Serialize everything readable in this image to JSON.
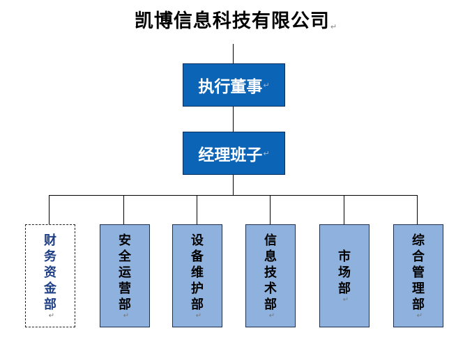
{
  "title": "凯博信息科技有限公司",
  "executive": "执行董事",
  "management": "经理班子",
  "departments": [
    {
      "name": "财务资金部",
      "chars": [
        "财",
        "务",
        "资",
        "金",
        "部"
      ]
    },
    {
      "name": "安全运营部",
      "chars": [
        "安",
        "全",
        "运",
        "营",
        "部"
      ]
    },
    {
      "name": "设备维护部",
      "chars": [
        "设",
        "备",
        "维",
        "护",
        "部"
      ]
    },
    {
      "name": "信息技术部",
      "chars": [
        "信",
        "息",
        "技",
        "术",
        "部"
      ]
    },
    {
      "name": "市场部",
      "chars": [
        "市",
        "场",
        "部"
      ]
    },
    {
      "name": "综合管理部",
      "chars": [
        "综",
        "合",
        "管",
        "理",
        "部"
      ]
    }
  ],
  "colors": {
    "main_box": "#0b64b6",
    "dept_box": "#8eb1dd",
    "first_dept_text": "#1f3f85"
  },
  "icons": {
    "paragraph_mark": "paragraph-mark-icon"
  }
}
